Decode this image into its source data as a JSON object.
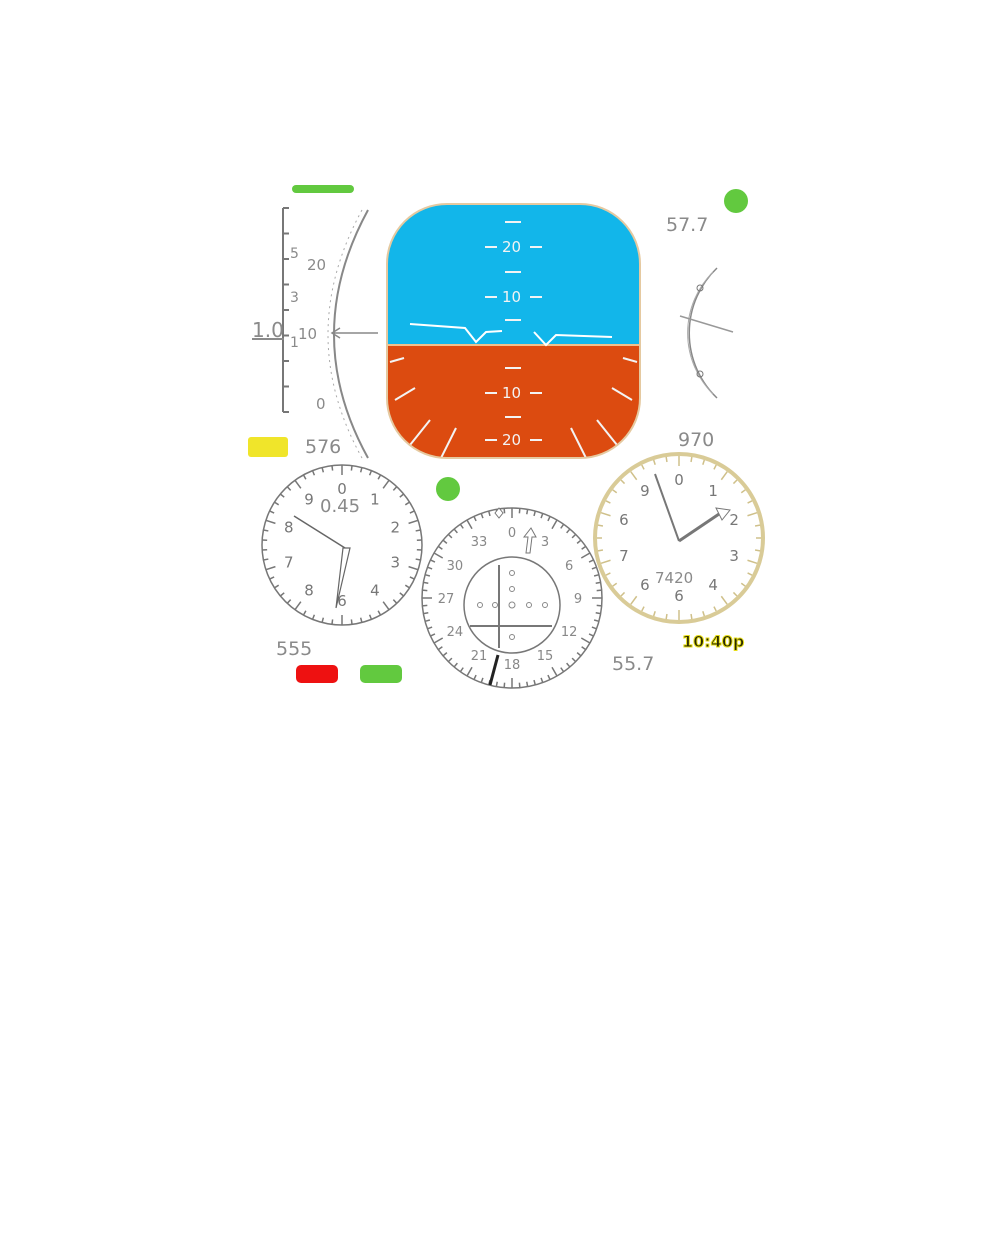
{
  "panel": {
    "colors": {
      "sky": "#12b6ea",
      "ground": "#dc4b10",
      "green": "#62c93f",
      "yellow": "#f0e52a",
      "red": "#ee1111",
      "gold": "#d9cb97",
      "clock_text": "#e8df1a"
    },
    "g_meter": {
      "value_label": "1.0",
      "ticks": [
        "5",
        "3",
        "1"
      ]
    },
    "speed_tape": {
      "ticks": [
        "20",
        "10",
        "0"
      ]
    },
    "attitude": {
      "pitch_up": [
        "20",
        "10"
      ],
      "pitch_down": [
        "10",
        "20"
      ]
    },
    "readouts": {
      "top_right": "57.7",
      "left_mid": "576",
      "right_mid": "970",
      "bottom_left": "555",
      "bottom_right": "55.7",
      "clock_time": "10:40p"
    },
    "left_gauge": {
      "center_value": "0.45",
      "numerals": [
        "0",
        "1",
        "2",
        "3",
        "4",
        "6",
        "8",
        "7",
        "8",
        "9"
      ]
    },
    "right_gauge": {
      "center_value": "7420",
      "numerals": [
        "0",
        "1",
        "2",
        "3",
        "4",
        "6",
        "6",
        "7",
        "6",
        "9"
      ]
    },
    "compass": {
      "numerals": [
        "0",
        "3",
        "6",
        "9",
        "12",
        "15",
        "18",
        "21",
        "24",
        "27",
        "30",
        "33"
      ]
    },
    "indicators": [
      {
        "name": "top-bar",
        "status": "green"
      },
      {
        "name": "top-right-light",
        "status": "green"
      },
      {
        "name": "left-mid-bar",
        "status": "yellow"
      },
      {
        "name": "center-light",
        "status": "green"
      },
      {
        "name": "bottom-left-red",
        "status": "red"
      },
      {
        "name": "bottom-left-green",
        "status": "green"
      }
    ]
  }
}
